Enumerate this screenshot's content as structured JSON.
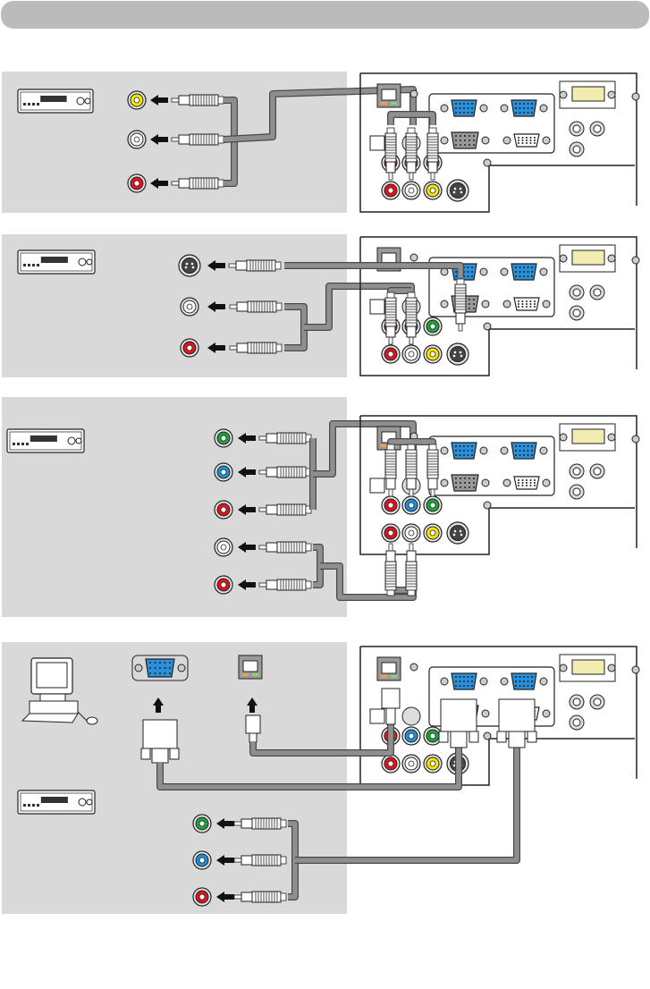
{
  "header_bar": {
    "color": "#bbbbbb"
  },
  "colors": {
    "panel_background": "#d9d9d9",
    "cable": "#8f8f8f",
    "cable_outline": "#4a4a4a",
    "yellow": "#f5e600",
    "white": "#ffffff",
    "red": "#e0141e",
    "green": "#1fa33a",
    "blue": "#1e8fd6",
    "vga_port": "#2c8fd8",
    "dvi_port": "#f3ecb0"
  },
  "panels": [
    {
      "id": "composite-video-connection",
      "source_devices": [
        "vcr-icon"
      ],
      "source_jacks": [
        "yellow",
        "white",
        "red"
      ]
    },
    {
      "id": "s-video-connection",
      "source_devices": [
        "vcr-icon"
      ],
      "source_jacks": [
        "s-video",
        "white",
        "red"
      ]
    },
    {
      "id": "component-video-connection",
      "source_devices": [
        "vcr-icon"
      ],
      "source_jacks": [
        "green",
        "blue",
        "red",
        "white",
        "red"
      ]
    },
    {
      "id": "computer-and-component-connection",
      "source_devices": [
        "computer-icon",
        "vcr-icon"
      ],
      "source_ports": [
        "vga-port-icon",
        "lan-port-icon"
      ],
      "source_jacks": [
        "green",
        "blue",
        "red"
      ]
    }
  ]
}
